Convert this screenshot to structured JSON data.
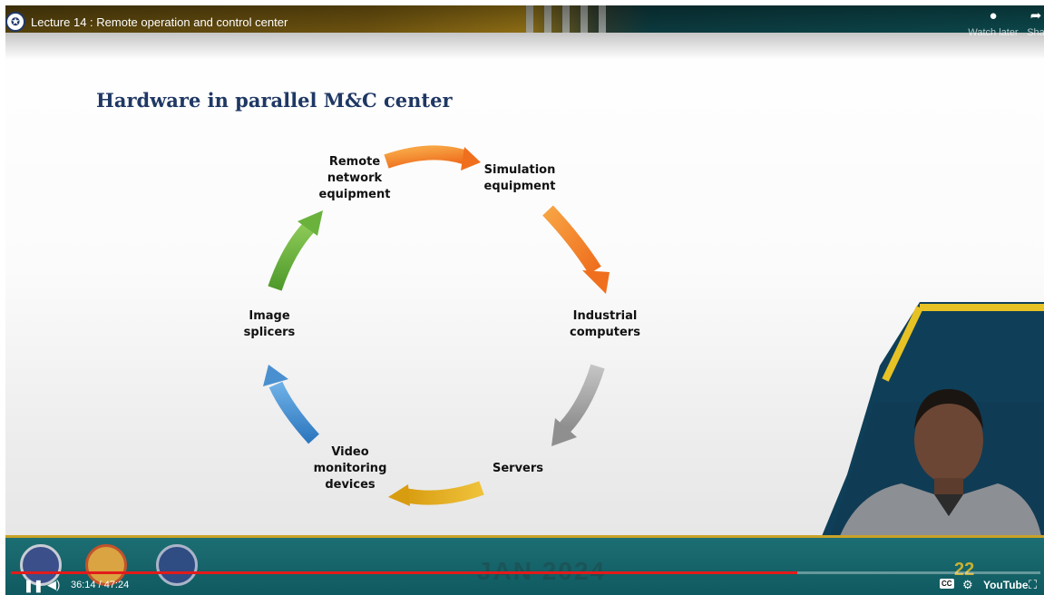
{
  "video": {
    "title": "Lecture 14 : Remote operation and control center",
    "actions": [
      {
        "label": "Watch later",
        "icon": "clock-icon"
      },
      {
        "label": "Sha",
        "icon": "share-icon"
      }
    ]
  },
  "slide": {
    "title": "Hardware in parallel M&C center",
    "nodes": {
      "remote": "Remote\nnetwork\nequipment",
      "simulation": "Simulation\nequipment",
      "industrial": "Industrial\ncomputers",
      "servers": "Servers",
      "video": "Video\nmonitoring\ndevices",
      "image": "Image\nsplicers"
    },
    "arrow_colors": {
      "orange": "#f28a2f",
      "gray": "#9e9e9e",
      "gold": "#e1ab1d",
      "blue": "#4a90d0",
      "green": "#6ab23c"
    }
  },
  "player": {
    "time": "36:14 / 47:24",
    "progress": 0.764,
    "badge": "22",
    "brand": "YouTube",
    "watermark": "JAN 2024",
    "progress_color": "#e31b1b"
  }
}
